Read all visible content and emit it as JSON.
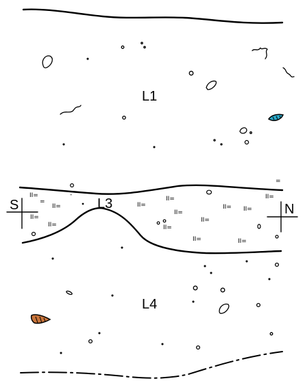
{
  "section": {
    "layers": [
      {
        "id": "L1",
        "label": "L1"
      },
      {
        "id": "L3",
        "label": "L3"
      },
      {
        "id": "L4",
        "label": "L4"
      }
    ],
    "orientation": {
      "left": "S",
      "right": "N"
    },
    "finds": [
      {
        "name": "blue-find-icon",
        "color": "#2aa8c8"
      },
      {
        "name": "orange-find-icon",
        "color": "#c8743a"
      }
    ]
  }
}
